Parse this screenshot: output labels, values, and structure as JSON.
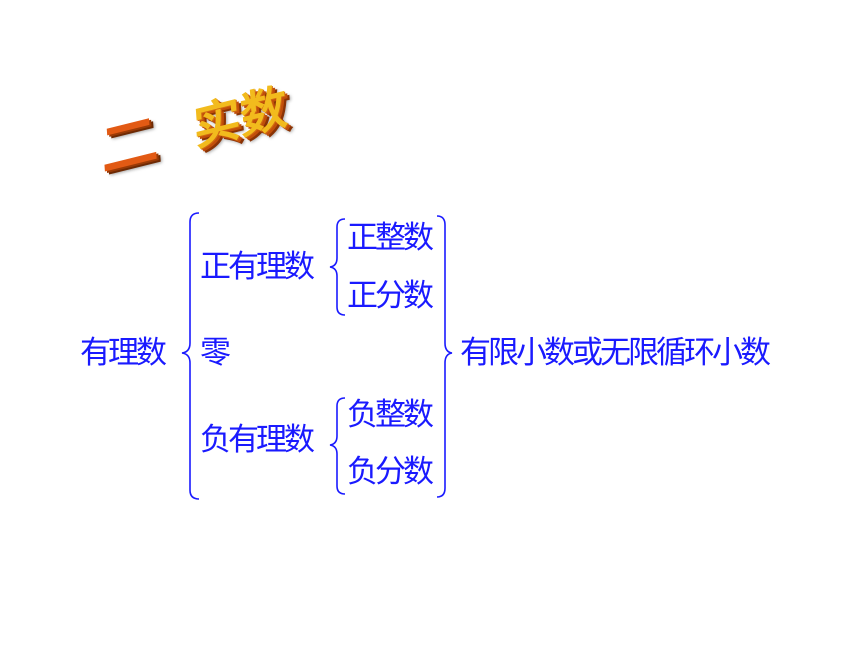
{
  "heading": {
    "number": "二",
    "word": "实数"
  },
  "tree": {
    "root": "有理数",
    "branches": {
      "positive": "正有理数",
      "zero": "零",
      "negative": "负有理数"
    },
    "positive_children": [
      "正整数",
      "正分数"
    ],
    "negative_children": [
      "负整数",
      "负分数"
    ],
    "conclusion": "有限小数或无限循环小数"
  },
  "colors": {
    "text": "#1a1aff",
    "heading_number": "#e25a14",
    "heading_word": "#f2bb1d"
  }
}
